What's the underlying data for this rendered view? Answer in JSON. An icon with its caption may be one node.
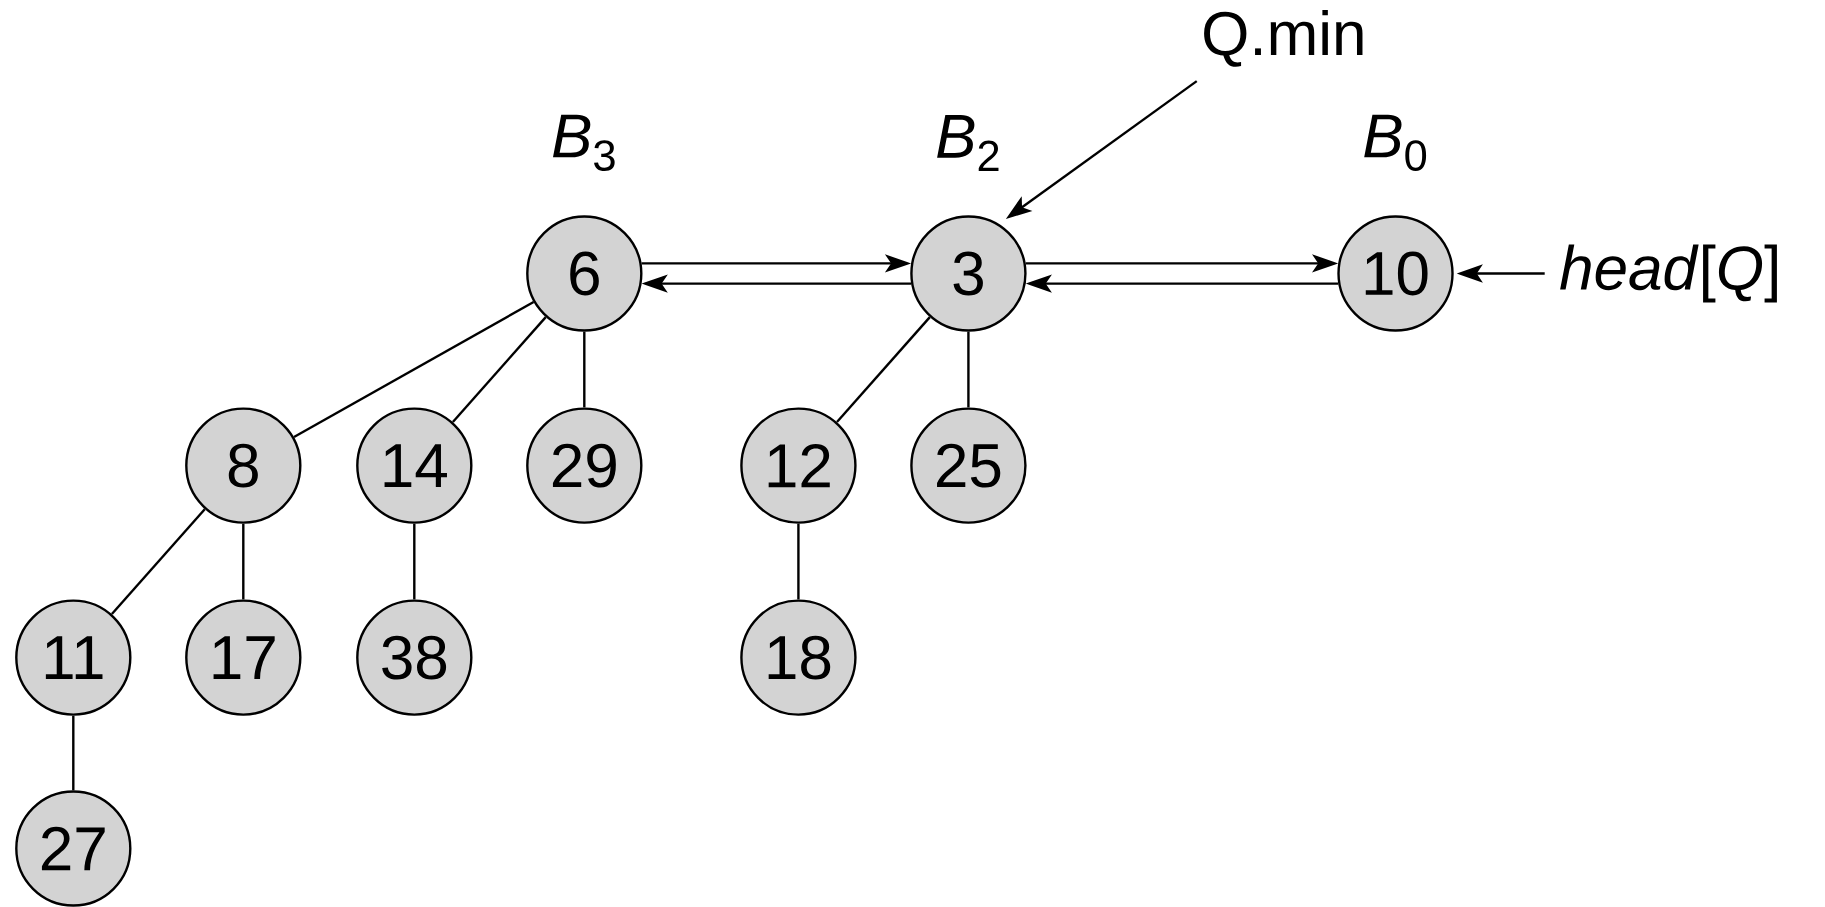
{
  "diagram": {
    "nodes": [
      {
        "text": [
          "Q.min"
        ]
      },
      {
        "text": [
          "6"
        ],
        "beside": [
          "*B*$_{3}$"
        ]
      },
      {
        "text": [
          "3"
        ],
        "beside": [
          "*B*$_{2}$"
        ]
      },
      {
        "text": [
          "10"
        ],
        "beside": [
          "*B*$_{0}$"
        ]
      },
      {
        "text": [
          "*head*[*Q*]"
        ]
      },
      {
        "text": [
          "8"
        ]
      },
      {
        "text": [
          "14"
        ]
      },
      {
        "text": [
          "29"
        ]
      },
      {
        "text": [
          "12"
        ]
      },
      {
        "text": [
          "25"
        ]
      },
      {
        "text": [
          "11"
        ]
      },
      {
        "text": [
          "17"
        ]
      },
      {
        "text": [
          "38"
        ]
      },
      {
        "text": [
          "18"
        ]
      },
      {
        "text": [
          "27"
        ]
      }
    ],
    "edges": [
      {
        "from": 1,
        "to": 2,
        "arrow": "to"
      },
      {
        "from": 2,
        "to": 1,
        "arrow": "to"
      },
      {
        "from": 2,
        "to": 3,
        "arrow": "to"
      },
      {
        "from": 3,
        "to": 2,
        "arrow": "to"
      },
      {
        "from": 0,
        "to": 2,
        "arrow": "to"
      },
      {
        "from": 4,
        "to": 3,
        "arrow": "to"
      },
      {
        "from": 1,
        "to": 5,
        "arrow": "none"
      },
      {
        "from": 1,
        "to": 6,
        "arrow": "none"
      },
      {
        "from": 1,
        "to": 7,
        "arrow": "none"
      },
      {
        "from": 2,
        "to": 8,
        "arrow": "none"
      },
      {
        "from": 2,
        "to": 9,
        "arrow": "none"
      },
      {
        "from": 5,
        "to": 10,
        "arrow": "none"
      },
      {
        "from": 5,
        "to": 11,
        "arrow": "none"
      },
      {
        "from": 6,
        "to": 12,
        "arrow": "none"
      },
      {
        "from": 8,
        "to": 13,
        "arrow": "none"
      },
      {
        "from": 10,
        "to": 14,
        "arrow": "none"
      }
    ]
  }
}
